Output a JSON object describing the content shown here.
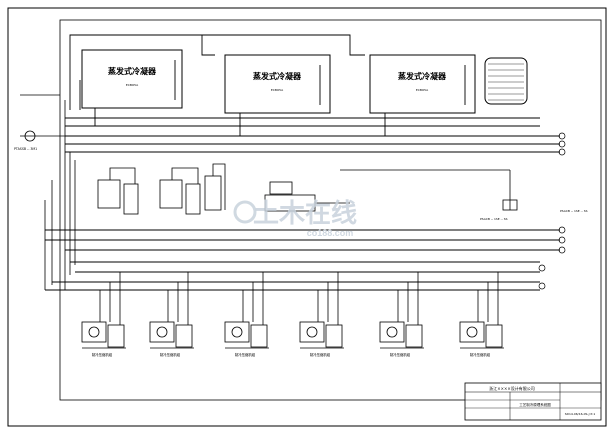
{
  "condensers": [
    {
      "title": "蒸发式冷凝器",
      "code": "ECBO5A"
    },
    {
      "title": "蒸发式冷凝器",
      "code": "ECBO5A"
    },
    {
      "title": "蒸发式冷凝器",
      "code": "ECBO5A"
    }
  ],
  "pipe_labels": {
    "left_input": "PTASSB -- 3M1",
    "mid_label": "PSACB -- 1SE -- SS",
    "right_label": "PSACB -- 1SE -- SS"
  },
  "compressor_label": "制冷压缩机组",
  "watermark": {
    "main": "土木在线",
    "sub": "co188.com"
  },
  "title_block": {
    "company": "浙江××××设计有限公司",
    "drawing_title": "工艺制冷原理系统图",
    "drawing_no": "SD14-06/16-0S-J P-1"
  },
  "colors": {
    "line": "#000000",
    "bg": "#ffffff",
    "watermark": "#c8d2dc"
  }
}
